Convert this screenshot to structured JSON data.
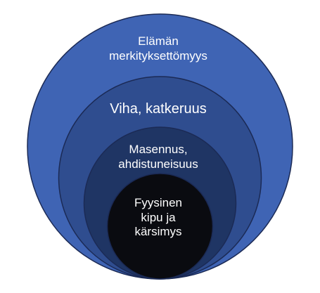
{
  "rings": [
    {
      "id": "outer",
      "label": "Elämän\nmerkityksettömyys",
      "fill": "#3f64b4"
    },
    {
      "id": "second",
      "label": "Viha, katkeruus",
      "fill": "#2f4d8f"
    },
    {
      "id": "third",
      "label": "Masennus,\nahdistuneisuus",
      "fill": "#1f3564"
    },
    {
      "id": "inner",
      "label": "Fyysinen\nkipu ja\nkärsimys",
      "fill": "#0a0b10"
    }
  ],
  "stroke_color": "#1b2a55"
}
